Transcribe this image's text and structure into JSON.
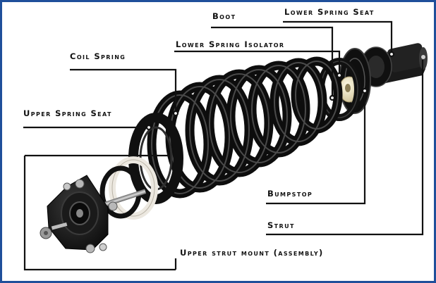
{
  "labels": {
    "boot": "Boot",
    "lower_spring_seat": "Lower Spring Seat",
    "lower_spring_isolator": "Lower Spring Isolator",
    "coil_spring": "Coil Spring",
    "upper_spring_seat": "Upper Spring Seat",
    "bumpstop": "Bumpstop",
    "strut": "Strut",
    "upper_strut_mount": "Upper strut mount (assembly)"
  },
  "colors": {
    "frame_border": "#1f4f9a",
    "leader_line": "#111111",
    "part_dark": "#141414",
    "isolator_ring": "#ece8e0",
    "bumpstop": "#efe6c4"
  }
}
